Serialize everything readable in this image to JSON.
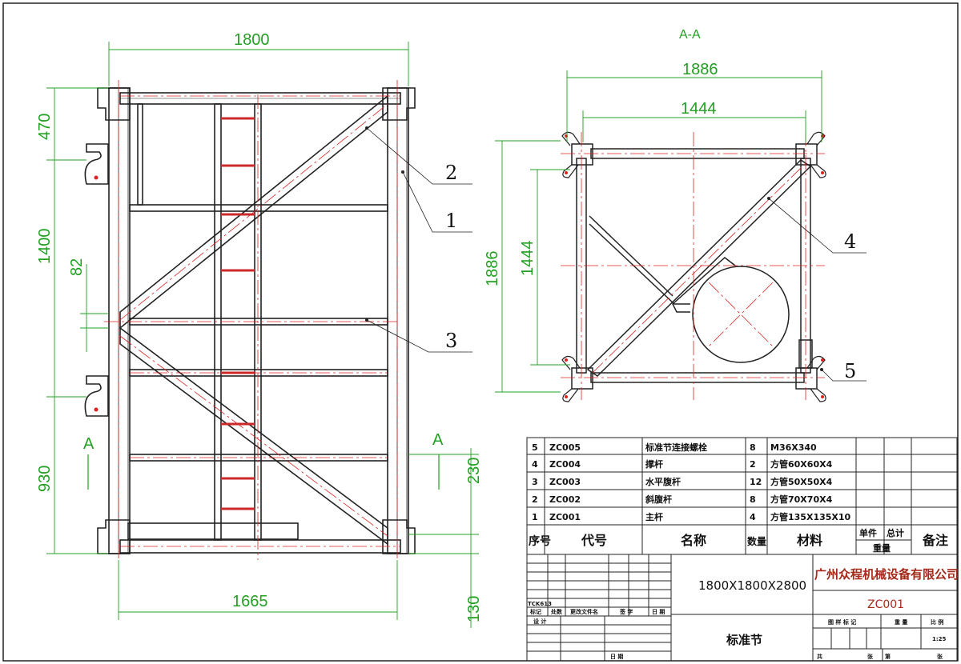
{
  "views": {
    "front": {
      "dims": {
        "top_width": "1800",
        "bottom_width": "1665",
        "h_470": "470",
        "h_1400": "1400",
        "h_82": "82",
        "h_930": "930",
        "h_230": "230",
        "h_130": "130"
      },
      "section_mark_left": "A",
      "section_mark_right": "A",
      "callouts": [
        "2",
        "1",
        "3"
      ]
    },
    "section": {
      "title": "A-A",
      "dims": {
        "outer_width": "1886",
        "inner_width": "1444",
        "outer_height": "1886",
        "inner_height": "1444"
      },
      "callouts": [
        "4",
        "5"
      ]
    }
  },
  "bom": {
    "rows": [
      {
        "no": "5",
        "code": "ZC005",
        "name": "标准节连接螺栓",
        "qty": "8",
        "material": "M36X340"
      },
      {
        "no": "4",
        "code": "ZC004",
        "name": "撑杆",
        "qty": "2",
        "material": "方管60X60X4"
      },
      {
        "no": "3",
        "code": "ZC003",
        "name": "水平腹杆",
        "qty": "12",
        "material": "方管50X50X4"
      },
      {
        "no": "2",
        "code": "ZC002",
        "name": "斜腹杆",
        "qty": "8",
        "material": "方管70X70X4"
      },
      {
        "no": "1",
        "code": "ZC001",
        "name": "主杆",
        "qty": "4",
        "material": "方管135X135X10"
      }
    ],
    "header": {
      "no": "序号",
      "code": "代号",
      "name": "名称",
      "qty": "数量",
      "material": "材料",
      "unit": "单件",
      "total": "总计",
      "weight": "重量",
      "remark": "备注"
    }
  },
  "title_block": {
    "size": "1800X1800X2800",
    "company": "广州众程机械设备有限公司",
    "drawing_no": "ZC001",
    "part_name": "标准节",
    "drawing_id": "TCK613",
    "rev_labels": [
      "标记",
      "处数",
      "更改文件名",
      "签 字",
      "日 期"
    ],
    "design_label": "设 计",
    "date_label": "日 期",
    "stage_label": "图 样 标 记",
    "weight_label": "重 量",
    "scale_label": "比 例",
    "scale": "1:25",
    "total_label": "共",
    "sheet_label": "张",
    "page_label": "第",
    "page_sheet_label": "张"
  },
  "colors": {
    "line": "#222222",
    "dimension": "#22a022",
    "centerline": "#dd2222",
    "background": "#ffffff"
  }
}
